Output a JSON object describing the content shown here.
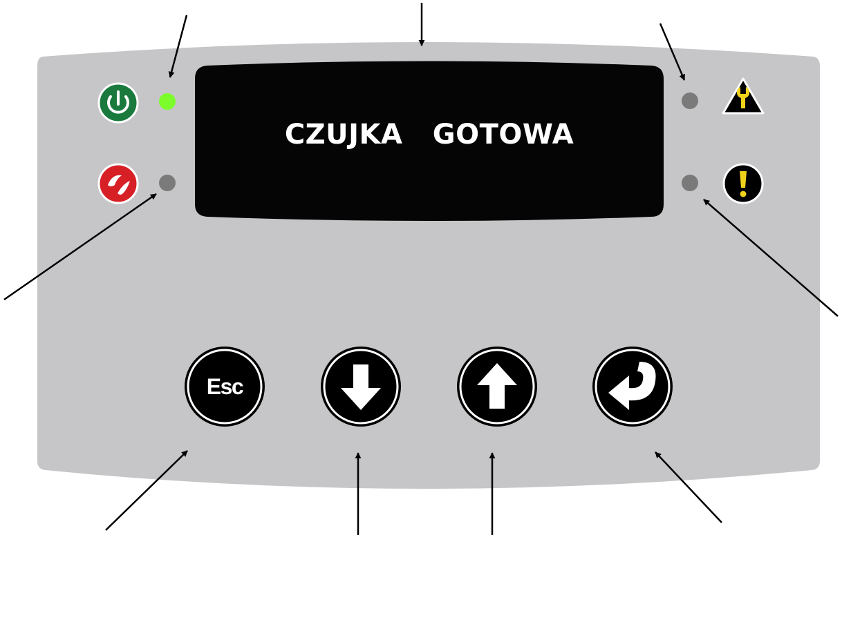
{
  "display": {
    "text": "CZUJKA   GOTOWA"
  },
  "buttons": {
    "esc_label": "Esc",
    "down_icon": "arrow-down-icon",
    "up_icon": "arrow-up-icon",
    "enter_icon": "enter-return-icon"
  },
  "indicators": {
    "power": {
      "icon": "power-icon",
      "state": "on",
      "color": "#7CFC2A"
    },
    "alarm": {
      "icon": "fire-alarm-icon",
      "state": "off",
      "color": "#7a7a7a"
    },
    "service": {
      "icon": "service-warning-icon",
      "state": "off",
      "color": "#7a7a7a"
    },
    "fault": {
      "icon": "exclamation-icon",
      "state": "off",
      "color": "#7a7a7a"
    }
  },
  "colors": {
    "panel": "#c6c6c8",
    "display_bg": "#050505",
    "power_green": "#1a7a3e",
    "alarm_red": "#d71f26",
    "warning_yellow": "#f0d21b"
  }
}
